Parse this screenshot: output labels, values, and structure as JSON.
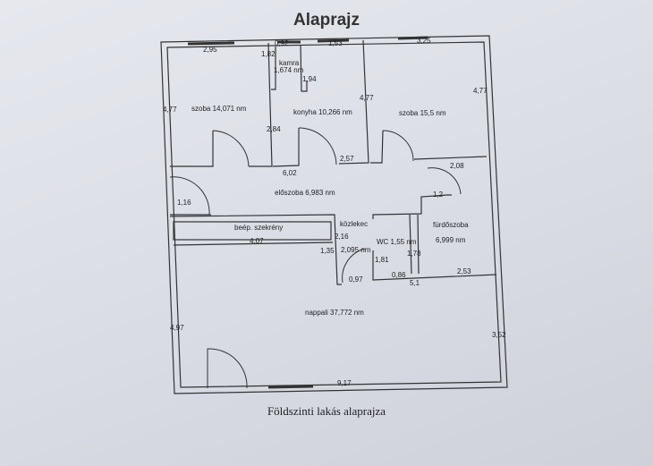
{
  "title": "Alaprajz",
  "caption": "Földszinti lakás alaprajza",
  "rooms": {
    "szoba1": "szoba 14,071 nm",
    "kamra_name": "kamra",
    "kamra_area": "1,674 nm",
    "konyha": "konyha 10,266 nm",
    "szoba2": "szoba 15,5 nm",
    "eloszoba": "előszoba 6,983 nm",
    "szekreny": "beép. szekrény",
    "kozlekedo_name": "közlekec",
    "kozlekedo_area": "2,095 nm",
    "wc": "WC 1,55 nm",
    "furdo_name": "fürdőszoba",
    "furdo_area": "6,999 nm",
    "nappali": "nappali 37,772 nm"
  },
  "dims": [
    "2,95",
    "0,92",
    "1,53",
    "3,25",
    "1,82",
    "1,94",
    "4,77",
    "4,77",
    "4,77",
    "2,84",
    "6,02",
    "2,57",
    "2,08",
    "1,16",
    "1,2",
    "2,16",
    "4,07",
    "1,35",
    "0,97",
    "1,81",
    "1,78",
    "0,86",
    "2,53",
    "5,1",
    "4,97",
    "3,52",
    "9,17"
  ]
}
